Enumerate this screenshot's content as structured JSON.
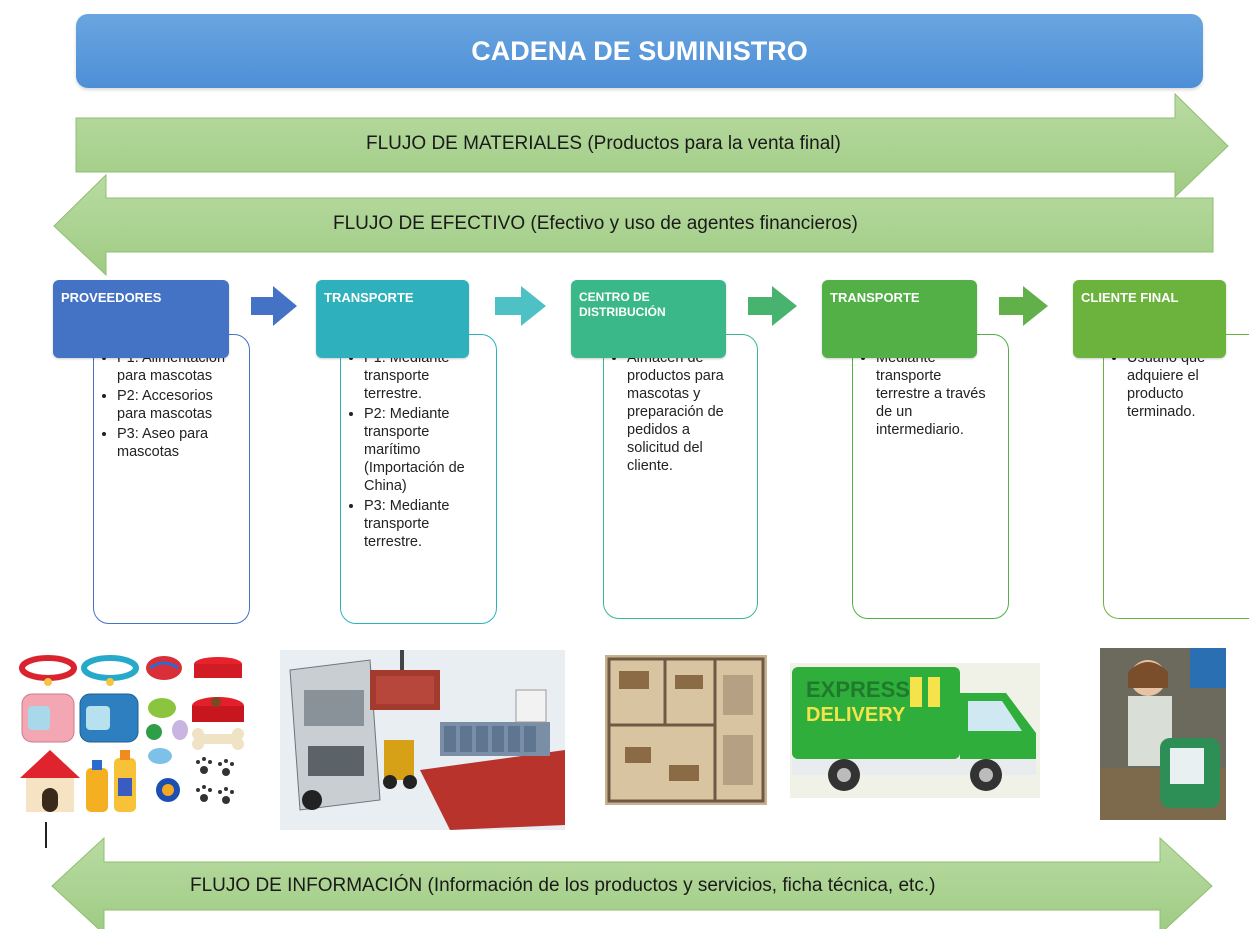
{
  "title": "CADENA DE SUMINISTRO",
  "flows": {
    "materials": "FLUJO DE MATERIALES (Productos para la venta final)",
    "cash": "FLUJO DE EFECTIVO (Efectivo y uso de agentes financieros)",
    "information": "FLUJO DE INFORMACIÓN (Información de los productos y servicios, ficha técnica, etc.)"
  },
  "stages": [
    {
      "title": "PROVEEDORES",
      "color": "#4472c4",
      "items": [
        "P1: Alimentación para mascotas",
        "P2: Accesorios para mascotas",
        "P3: Aseo para mascotas"
      ]
    },
    {
      "title": "TRANSPORTE",
      "color": "#2eb1bd",
      "items": [
        "P1: Mediante transporte terrestre.",
        "P2: Mediante transporte marítimo (Importación de China)",
        "P3: Mediante transporte terrestre."
      ]
    },
    {
      "title": "CENTRO DE DISTRIBUCIÓN",
      "color": "#3bb88a",
      "items": [
        "Almacén de productos para mascotas y preparación de pedidos a solicitud del cliente."
      ]
    },
    {
      "title": "TRANSPORTE",
      "color": "#52b047",
      "items": [
        "Mediante transporte terrestre a través de un intermediario."
      ]
    },
    {
      "title": "CLIENTE FINAL",
      "color": "#6cb33e",
      "items": [
        "Usuario que adquiere el producto terminado."
      ]
    }
  ],
  "images": {
    "delivery_text_1": "EXPRESS",
    "delivery_text_2": "DELIVERY"
  },
  "colors": {
    "flow_fill": "#a9d18e",
    "flow_stroke": "#9cc77f",
    "banner": "#5b9bd5"
  }
}
